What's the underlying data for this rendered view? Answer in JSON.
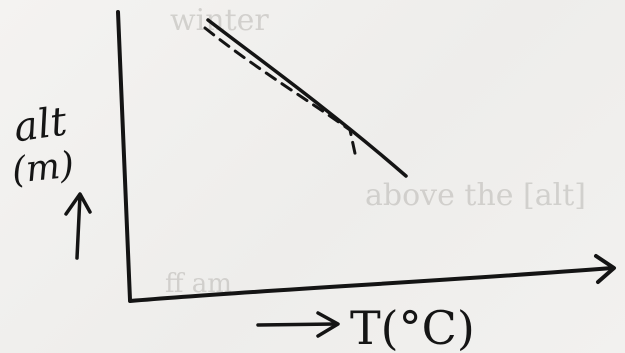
{
  "diagram": {
    "y_axis_label_top": "alt",
    "y_axis_label_bottom": "(m)",
    "x_axis_label": "T(°C)",
    "bleed_through_text": [
      "winter",
      "above the [alt]",
      "ff am"
    ]
  },
  "colors": {
    "ink": "#141414",
    "paper": "#f1f0ee",
    "bleed_through": "#b9b7b3"
  }
}
